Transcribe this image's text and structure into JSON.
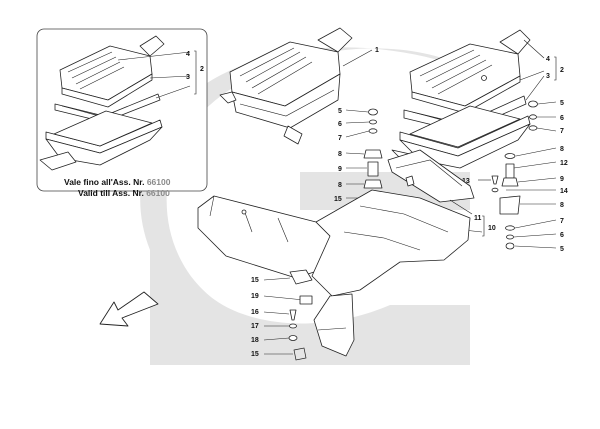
{
  "watermark_color": "#e4e4e4",
  "inset": {
    "line1_text": "Vale fino all'Ass. Nr. ",
    "line1_number": "66100",
    "line2_text": "Valid till Ass. Nr. ",
    "line2_number": "66100",
    "callouts": {
      "c2": "2",
      "c3": "3",
      "c4": "4"
    }
  },
  "callouts": {
    "p1": "1",
    "p2": "2",
    "p3": "3",
    "p4": "4",
    "p5a": "5",
    "p5b": "5",
    "p6a": "6",
    "p6b": "6",
    "p7a": "7",
    "p7b": "7",
    "p7c": "7",
    "p8a": "8",
    "p8b": "8",
    "p8c": "8",
    "p8d": "8",
    "p9a": "9",
    "p9b": "9",
    "p10": "10",
    "p11": "11",
    "p12": "12",
    "p13": "13",
    "p14": "14",
    "p15a": "15",
    "p15b": "15",
    "p15c": "15",
    "p16": "16",
    "p17": "17",
    "p18": "18",
    "p19": "19"
  }
}
